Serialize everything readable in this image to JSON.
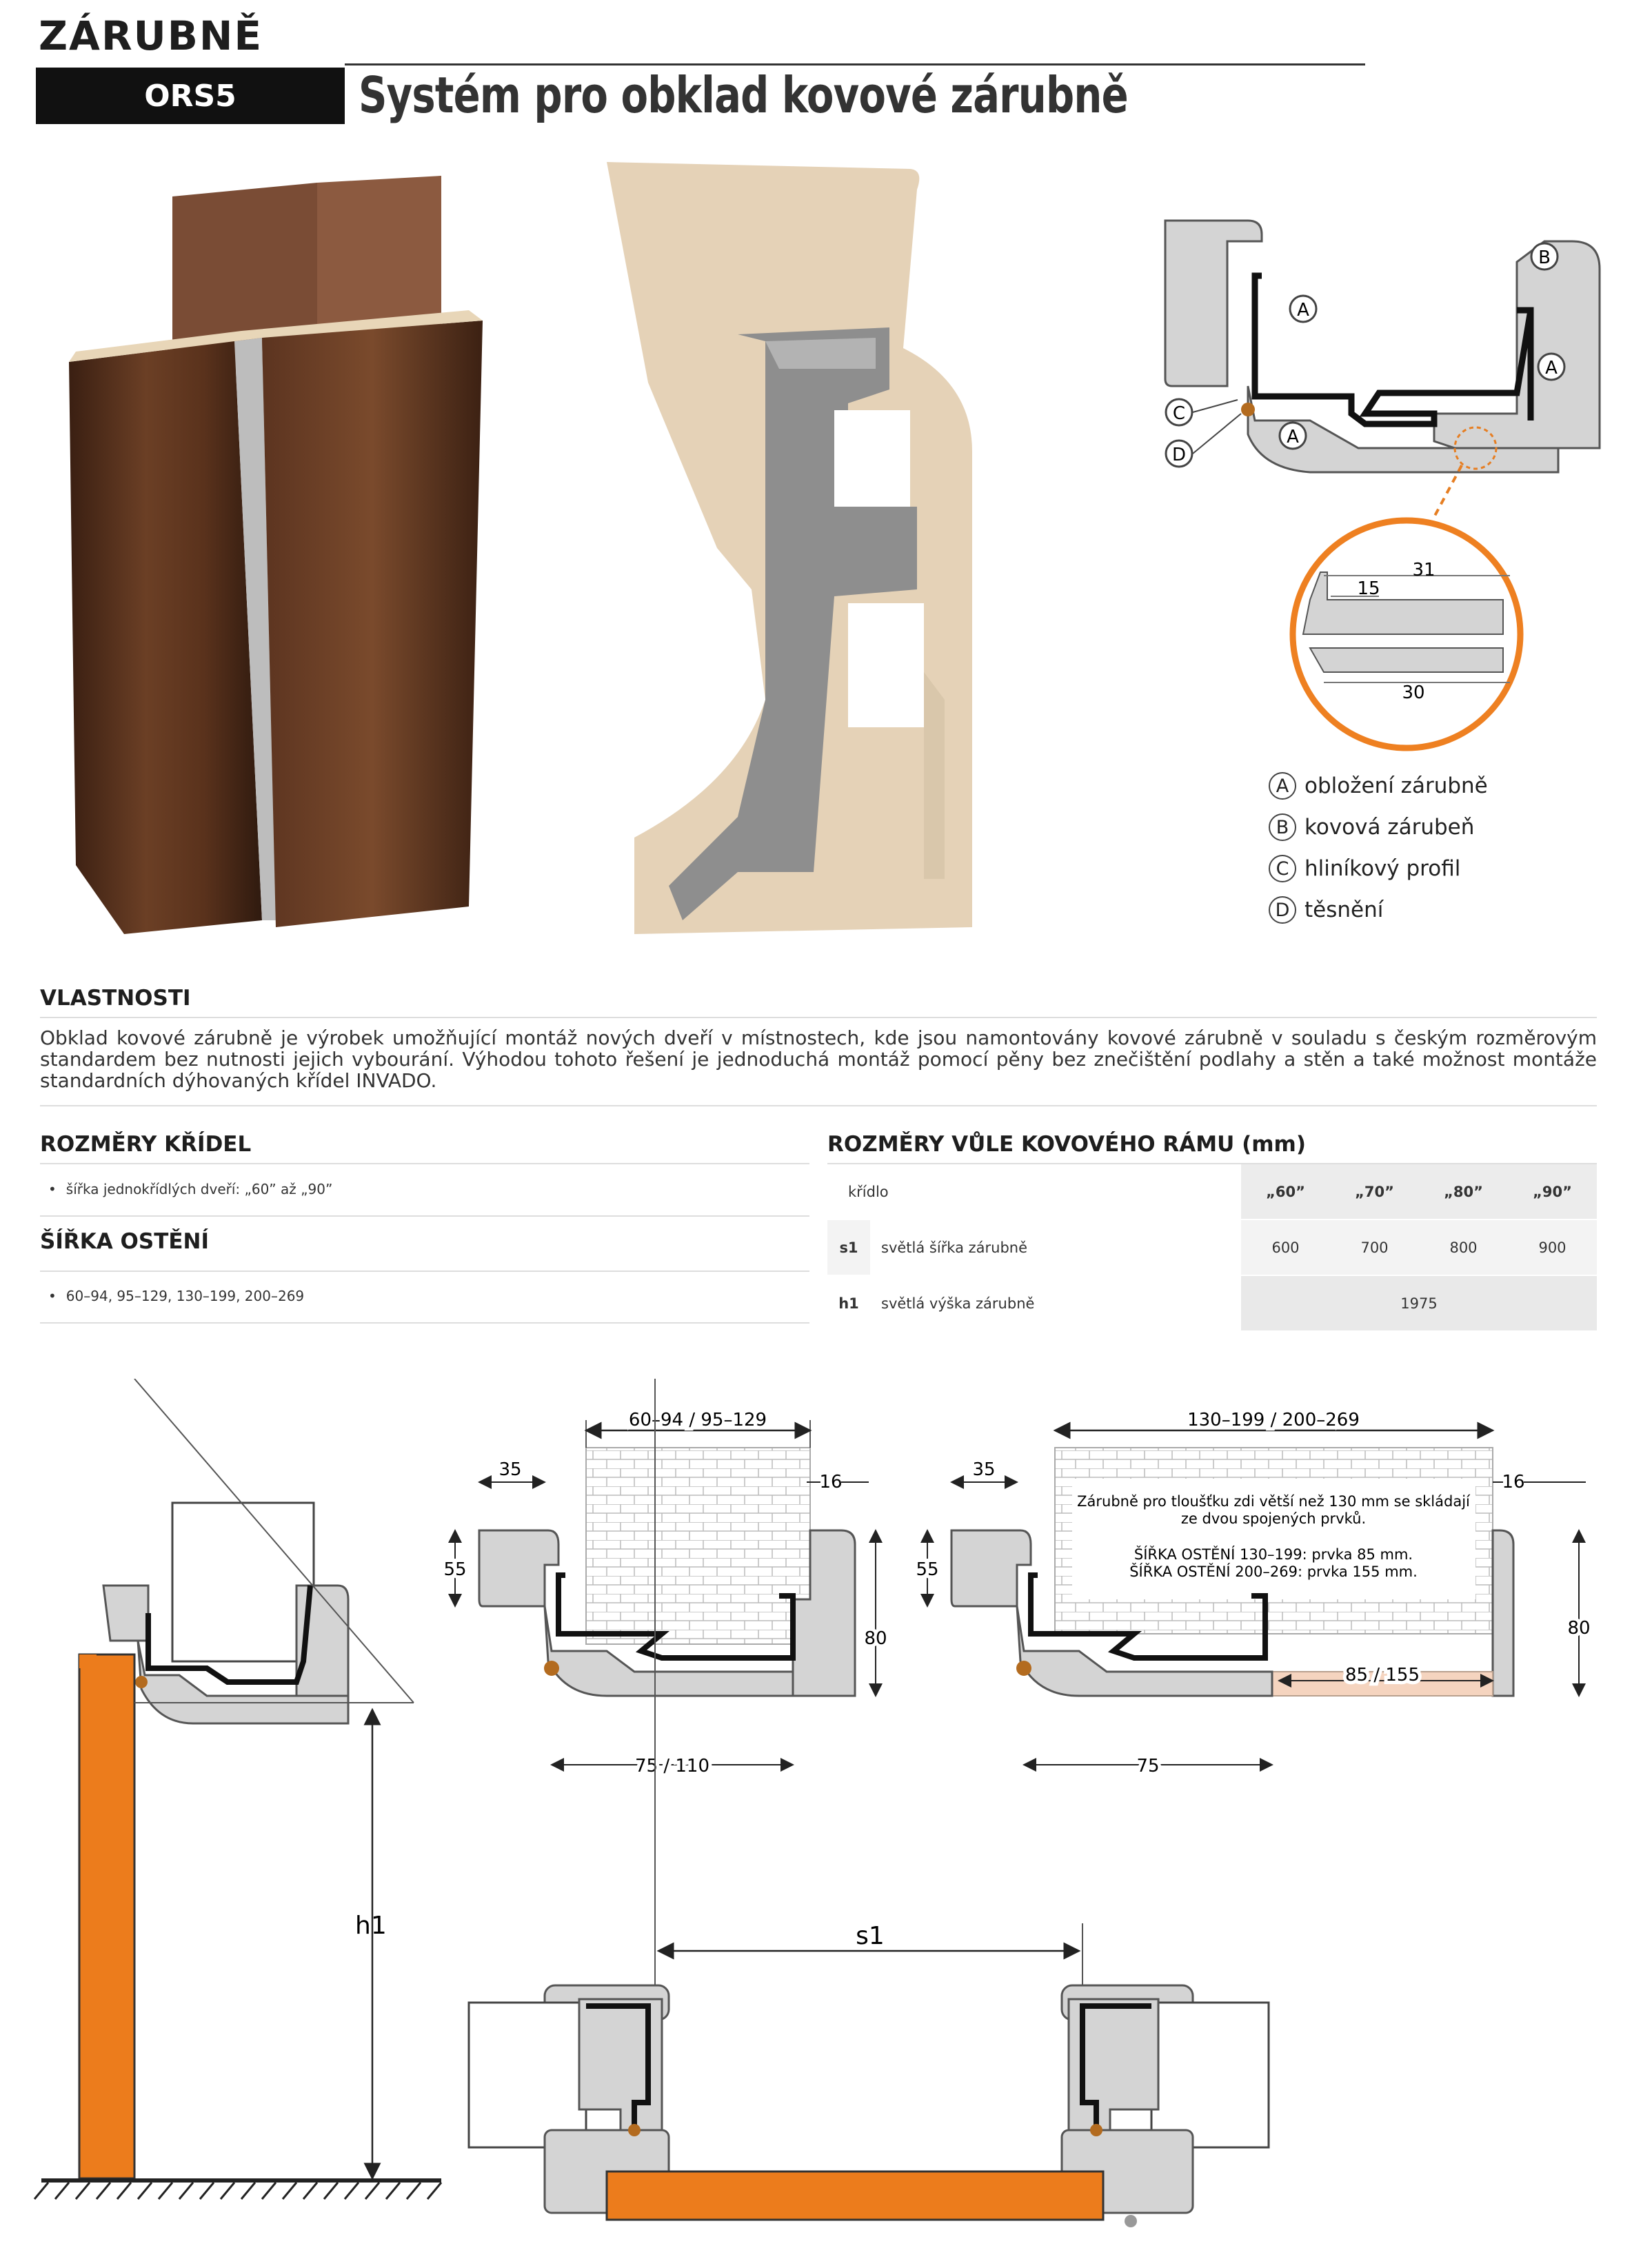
{
  "header": {
    "category": "ZÁRUBNĚ",
    "code": "ORS5",
    "title": "Systém pro obklad kovové zárubně"
  },
  "detail": {
    "labels": {
      "A": "A",
      "B": "B",
      "C": "C",
      "D": "D"
    },
    "dim_31": "31",
    "dim_15": "15",
    "dim_30": "30"
  },
  "legend": [
    {
      "letter": "A",
      "text": "obložení zárubně"
    },
    {
      "letter": "B",
      "text": "kovová zárubeň"
    },
    {
      "letter": "C",
      "text": "hliníkový profil"
    },
    {
      "letter": "D",
      "text": "těsnění"
    }
  ],
  "properties": {
    "heading": "VLASTNOSTI",
    "text": "Obklad kovové zárubně je výrobek umožňující montáž nových dveří v místnostech, kde jsou namontovány kovové zárubně v souladu s českým rozměrovým standardem bez nutnosti jejich vybourání. Výhodou tohoto řešení je jednoduchá montáž pomocí pěny bez znečištění podlahy a stěn a také možnost montáže standardních dýhovaných křídel INVADO."
  },
  "leaf_sizes": {
    "heading": "ROZMĚRY KŘÍDEL",
    "item": "šířka jednokřídlých dveří: „60” až „90”"
  },
  "lining_width": {
    "heading": "ŠÍŘKA OSTĚNÍ",
    "item": "60–94, 95–129, 130–199, 200–269"
  },
  "frame_gap": {
    "heading": "ROZMĚRY VŮLE KOVOVÉHO RÁMU (mm)",
    "col_label": "křídlo",
    "sizes": [
      "„60”",
      "„70”",
      "„80”",
      "„90”"
    ],
    "s1": {
      "code": "s1",
      "label": "světlá šířka zárubně",
      "values": [
        "600",
        "700",
        "800",
        "900"
      ]
    },
    "h1": {
      "code": "h1",
      "label": "světlá výška zárubně",
      "value": "1975"
    }
  },
  "drawing1": {
    "top": "60–94 / 95–129",
    "d35": "35",
    "d16": "16",
    "d55": "55",
    "d80": "80",
    "bottom": "75 / 110"
  },
  "drawing2": {
    "top": "130–199 / 200–269",
    "d35": "35",
    "d16": "16",
    "d55": "55",
    "d80": "80",
    "mid": "85 / 155",
    "bottom": "75",
    "note1": "Zárubně pro tloušťku zdi větší než 130 mm se skládají",
    "note2": "ze dvou spojených prvků.",
    "note3": "ŠÍŘKA OSTĚNÍ 130–199: prvka 85 mm.",
    "note4": "ŠÍŘKA OSTĚNÍ 200–269: prvka 155 mm."
  },
  "elevation": {
    "h1": "h1",
    "s1": "s1"
  }
}
